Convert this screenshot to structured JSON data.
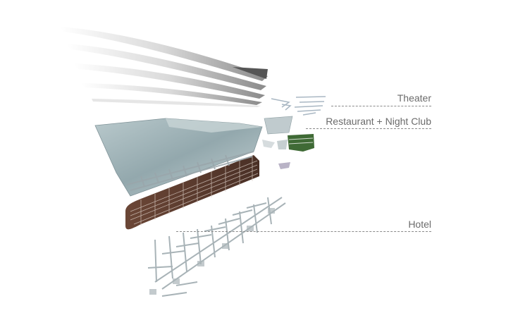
{
  "labels": {
    "theater": "Theater",
    "restaurant": "Restaurant + Night Club",
    "hotel": "Hotel"
  },
  "colors": {
    "label_text": "#6b6b6b",
    "glass": "#9fb2b6",
    "hotel_facade": "#5a3a2c",
    "restaurant_green": "#3f6a35",
    "roof": "#d8d8d8"
  }
}
